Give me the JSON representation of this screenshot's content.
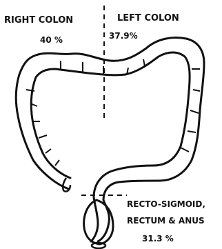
{
  "labels": {
    "right_colon_title": "RIGHT COLON",
    "right_colon_pct": "40 %",
    "left_colon_title": "LEFT COLON",
    "left_colon_pct": "37.9%",
    "rectosigmoid_line1": "RECTO-SIGMOID,",
    "rectosigmoid_line2": "RECTUM & ANUS",
    "rectosigmoid_pct": "31.3 %"
  }
}
